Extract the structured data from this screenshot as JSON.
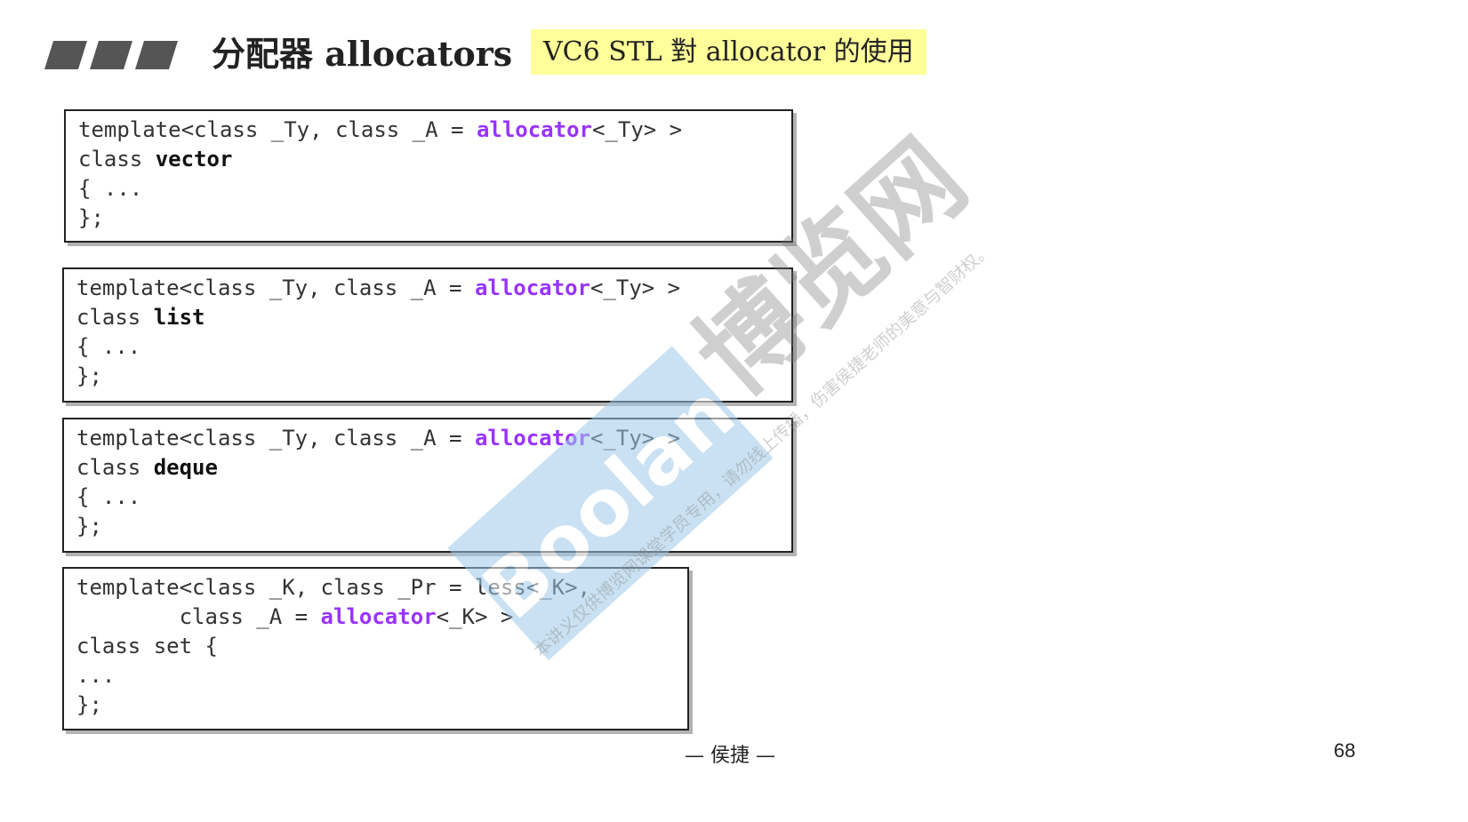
{
  "slide": {
    "title": "分配器 allocators",
    "subtitle": "VC6 STL 對 allocator 的使用",
    "colors": {
      "accent_highlight": "#ffff99",
      "keyword_allocator": "#9933ff",
      "logo_bar": "#555555"
    }
  },
  "code_boxes": {
    "vector": {
      "line1_prefix": "template<class _Ty, class _A = ",
      "line1_keyword": "allocator",
      "line1_suffix": "<_Ty> >",
      "line2_prefix": "class ",
      "line2_name": "vector",
      "line3": "{ ...",
      "line4": "};"
    },
    "list": {
      "line1_prefix": "template<class _Ty, class _A = ",
      "line1_keyword": "allocator",
      "line1_suffix": "<_Ty> >",
      "line2_prefix": "class ",
      "line2_name": "list",
      "line3": "{ ...",
      "line4": "};"
    },
    "deque": {
      "line1_prefix": "template<class _Ty, class _A = ",
      "line1_keyword": "allocator",
      "line1_suffix": "<_Ty> >",
      "line2_prefix": "class ",
      "line2_name": "deque",
      "line3": "{ ...",
      "line4": "};"
    },
    "set": {
      "line1": "template<class _K, class _Pr = less<_K>,",
      "line2_prefix": "        class _A = ",
      "line2_keyword": "allocator",
      "line2_suffix": "<_K> >",
      "line3": "class set {",
      "line4": "...",
      "line5": "};"
    }
  },
  "watermark": {
    "logo_text": "Boolan",
    "brand_text": "博览网",
    "notice_text": "本讲义仅供博览网课堂学员专用，请勿线上传播，伤害侯捷老师的美意与智财权。"
  },
  "footer": {
    "author": "— 侯捷 —",
    "page_number": "68"
  }
}
